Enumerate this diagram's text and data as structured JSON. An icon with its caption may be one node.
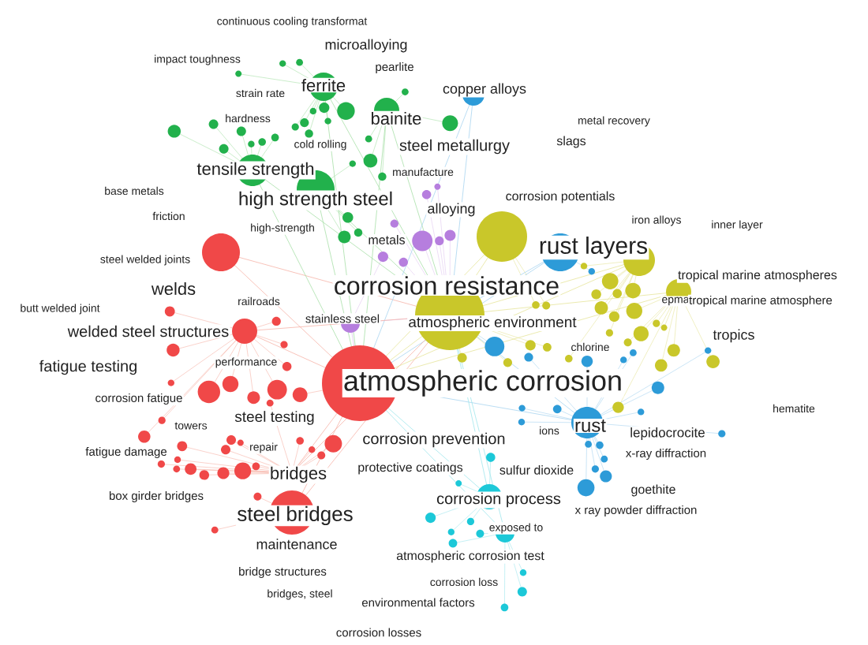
{
  "diagram": {
    "labels": [
      "continuous cooling transformat",
      "microalloying",
      "impact toughness",
      "pearlite",
      "ferrite",
      "strain rate",
      "hardness",
      "bainite",
      "cold rolling",
      "steel metallurgy",
      "copper alloys",
      "metal recovery",
      "slags",
      "manufacture",
      "tensile strength",
      "base metals",
      "high strength steel",
      "alloying",
      "corrosion potentials",
      "friction",
      "high-strength",
      "metals",
      "iron alloys",
      "inner layer",
      "rust layers",
      "steel welded joints",
      "corrosion resistance",
      "welds",
      "tropical marine atmospheres",
      "railroads",
      "epma",
      "tropical marine atmosphere",
      "butt welded joint",
      "stainless steel",
      "atmospheric environment",
      "welded steel structures",
      "tropics",
      "fatigue testing",
      "performance",
      "chlorine",
      "atmospheric corrosion",
      "corrosion fatigue",
      "towers",
      "steel testing",
      "hematite",
      "ions",
      "rust",
      "lepidocrocite",
      "fatigue damage",
      "repair",
      "corrosion prevention",
      "x-ray diffraction",
      "bridges",
      "protective coatings",
      "sulfur dioxide",
      "box girder bridges",
      "goethite",
      "corrosion process",
      "steel bridges",
      "x ray powder diffraction",
      "maintenance",
      "exposed to",
      "atmospheric corrosion test",
      "bridge structures",
      "corrosion loss",
      "bridges, steel",
      "environmental factors",
      "corrosion losses"
    ]
  }
}
